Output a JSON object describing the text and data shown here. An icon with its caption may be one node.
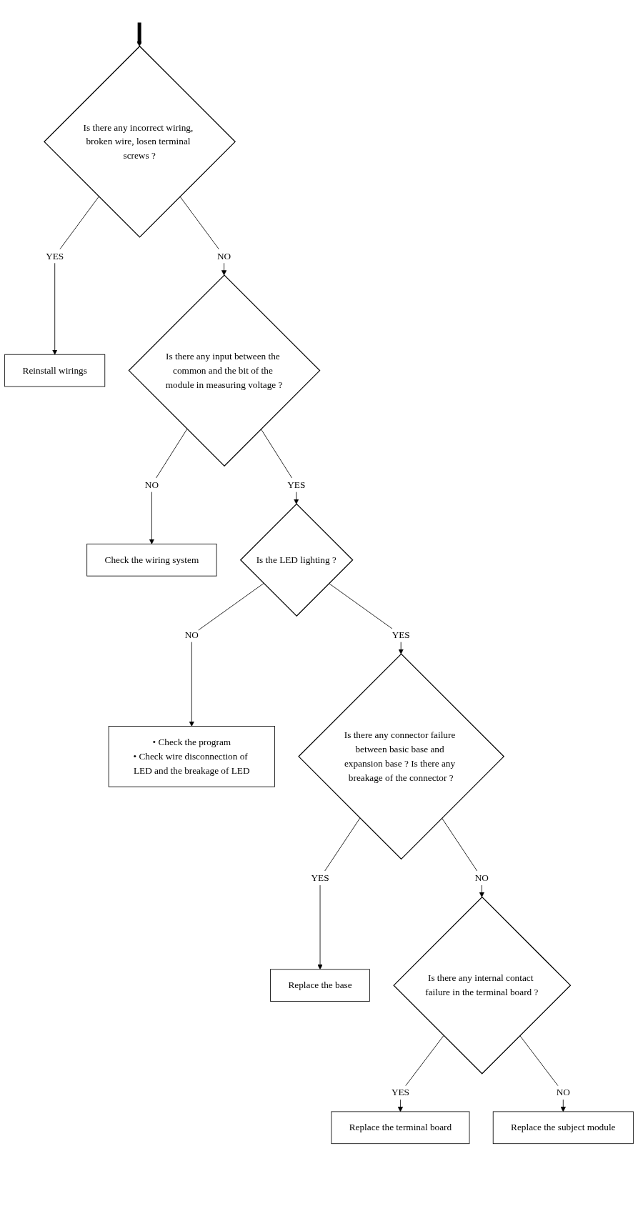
{
  "diagram": {
    "nodes": [
      {
        "text": [
          "Is there any incorrect wiring, broken wire, losen terminal screws ?"
        ]
      },
      {
        "text": [
          "Reinstall wirings"
        ]
      },
      {
        "text": [
          "Is there any input between the common and the bit of the module in measuring voltage ?"
        ]
      },
      {
        "text": [
          "Check the wiring system"
        ]
      },
      {
        "text": [
          "Is the LED lighting ?"
        ]
      },
      {
        "text": [
          "• Check the program",
          "• Check wire disconnection of LED and the breakage of LED"
        ]
      },
      {
        "text": [
          "Is there any connector failure between basic base and expansion base ? Is there any breakage of the connector ?"
        ]
      },
      {
        "text": [
          "Replace the base"
        ]
      },
      {
        "text": [
          "Is there any internal contact failure in the terminal board ?"
        ]
      },
      {
        "text": [
          "Replace the terminal board"
        ]
      },
      {
        "text": [
          "Replace the subject module"
        ]
      }
    ],
    "edges": [
      {
        "from": null,
        "to": 0,
        "arrow": "to",
        "style": "thick"
      },
      {
        "from": 0,
        "to": 1,
        "arrow": "to",
        "label": "YES"
      },
      {
        "from": 0,
        "to": 2,
        "arrow": "to",
        "label": "NO"
      },
      {
        "from": 2,
        "to": 3,
        "arrow": "to",
        "label": "NO"
      },
      {
        "from": 2,
        "to": 4,
        "arrow": "to",
        "label": "YES"
      },
      {
        "from": 4,
        "to": 5,
        "arrow": "to",
        "label": "NO"
      },
      {
        "from": 4,
        "to": 6,
        "arrow": "to",
        "label": "YES"
      },
      {
        "from": 6,
        "to": 7,
        "arrow": "to",
        "label": "YES"
      },
      {
        "from": 6,
        "to": 8,
        "arrow": "to",
        "label": "NO"
      },
      {
        "from": 8,
        "to": 9,
        "arrow": "to",
        "label": "YES"
      },
      {
        "from": 8,
        "to": 10,
        "arrow": "to",
        "label": "NO"
      }
    ]
  }
}
